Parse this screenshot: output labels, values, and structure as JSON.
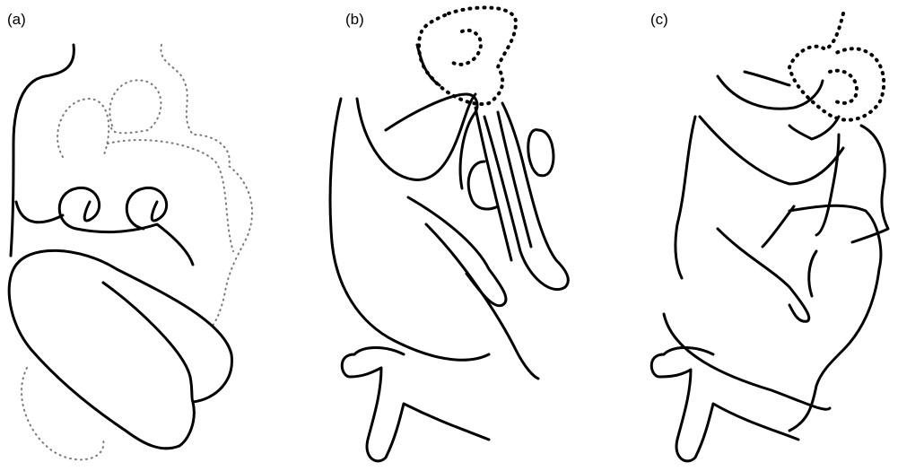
{
  "figure": {
    "panels": [
      {
        "label": "(a)"
      },
      {
        "label": "(b)"
      },
      {
        "label": "(c)"
      }
    ],
    "colors": {
      "line": "#000000",
      "dotted_outline": "#777777",
      "background": "#ffffff"
    }
  }
}
